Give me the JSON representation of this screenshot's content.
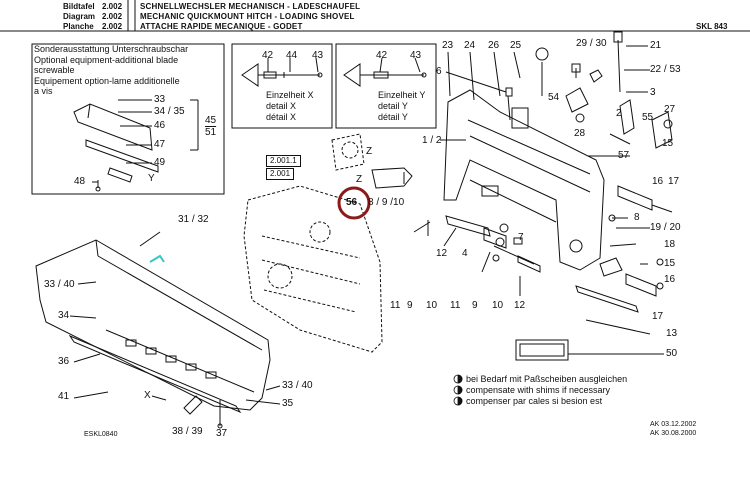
{
  "header": {
    "rows": [
      {
        "label": "Bildtafel",
        "value": "2.002",
        "title": "SCHNELLWECHSLER MECHANISCH - LADESCHAUFEL"
      },
      {
        "label": "Diagram",
        "value": "2.002",
        "title": "MECHANIC QUICKMOUNT HITCH - LOADING SHOVEL"
      },
      {
        "label": "Planche",
        "value": "2.002",
        "title": "ATTACHE RAPIDE MECANIQUE - GODET"
      }
    ],
    "code": "SKL 843"
  },
  "option_box": {
    "lines": [
      "Sonderausstattung Unterschraubschar",
      "Optional equipment-additional blade",
      "screwable",
      "Equipement option-lame additionelle",
      "a vis"
    ]
  },
  "details": {
    "x": {
      "lines": [
        "Einzelheit X",
        "detail X",
        "détail X"
      ],
      "parts": [
        "42",
        "44",
        "43"
      ]
    },
    "y": {
      "lines": [
        "Einzelheit Y",
        "detail Y",
        "détail Y"
      ],
      "parts": [
        "42",
        "43"
      ]
    }
  },
  "ref_boxes": [
    "2.001.1",
    "2.001"
  ],
  "highlight": {
    "number": "56",
    "color": "#8b1a1a"
  },
  "labels": {
    "p33a": "33",
    "p3435a": "34 / 35",
    "p46": "46",
    "p45": "45",
    "p51": "51",
    "p47": "47",
    "p49": "49",
    "p48": "48",
    "pY": "Y",
    "p3132": "31 / 32",
    "p3340a": "33 / 40",
    "p34": "34",
    "p36": "36",
    "p41": "41",
    "pX": "X",
    "p3340b": "33 / 40",
    "p35": "35",
    "p3839": "38 / 39",
    "p37": "37",
    "pZa": "Z",
    "pZb": "Z",
    "p8910": "8 / 9 /10",
    "p23": "23",
    "p24": "24",
    "p26": "26",
    "p25": "25",
    "p2930": "29 / 30",
    "p21": "21",
    "p6": "6",
    "p2253": "22 / 53",
    "p54": "54",
    "p3": "3",
    "p2": "2",
    "p28": "28",
    "p12a": "1 / 2",
    "p27": "27",
    "p55": "55",
    "p57": "57",
    "p15a": "15",
    "p16a": "16",
    "p17a": "17",
    "p8": "8",
    "p1920": "19 / 20",
    "p7": "7",
    "p12b": "12",
    "p4": "4",
    "p11a": "11",
    "p9a": "9",
    "p10a": "10",
    "p11b": "11",
    "p9b": "9",
    "p10b": "10",
    "p12c": "12",
    "p18": "18",
    "p15b": "15",
    "p16b": "16",
    "p17b": "17",
    "p13": "13",
    "p50": "50"
  },
  "legend": [
    "bei Bedarf mit Paßscheiben ausgleichen",
    "compensate with shims if necessary",
    "compenser par cales si besion est"
  ],
  "footer": {
    "left": "ESKL0840",
    "dates": [
      "AK  03.12.2002",
      "AK  30.08.2000"
    ]
  }
}
